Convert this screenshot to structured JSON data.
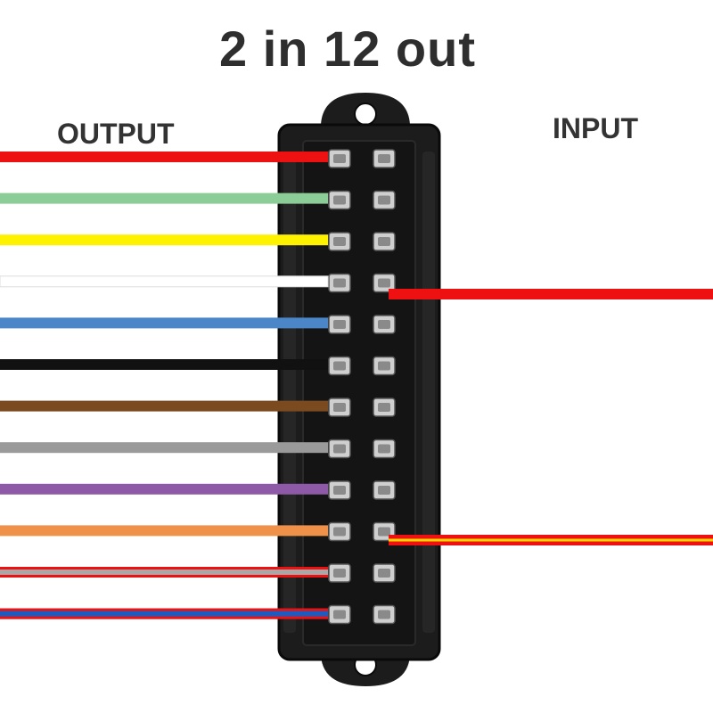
{
  "title": "2 in 12 out",
  "labels": {
    "output": "OUTPUT",
    "input": "INPUT"
  },
  "output_wires": [
    {
      "color": "#ee1111"
    },
    {
      "color": "#8ccc96"
    },
    {
      "color": "#fff200"
    },
    {
      "color": "#ffffff"
    },
    {
      "color": "#4a86c8"
    },
    {
      "color": "#111111"
    },
    {
      "color": "#7b4a1e"
    },
    {
      "color": "#9a9a9a"
    },
    {
      "color": "#8e5aa8"
    },
    {
      "color": "#f0914a"
    },
    {
      "color": "#a8a8a8",
      "stripe": "#ee1111"
    },
    {
      "color": "#1c5bbf",
      "stripe": "#ee1111"
    }
  ],
  "input_wires": [
    {
      "color": "#ee1111"
    },
    {
      "color": "#ee1111",
      "stripe": "#ffd800"
    }
  ],
  "colors": {
    "block_body": "#1c1c1c",
    "block_edge": "#0a0a0a",
    "terminal_metal": "#cfcfcf",
    "title_text": "#2e2e2e"
  }
}
